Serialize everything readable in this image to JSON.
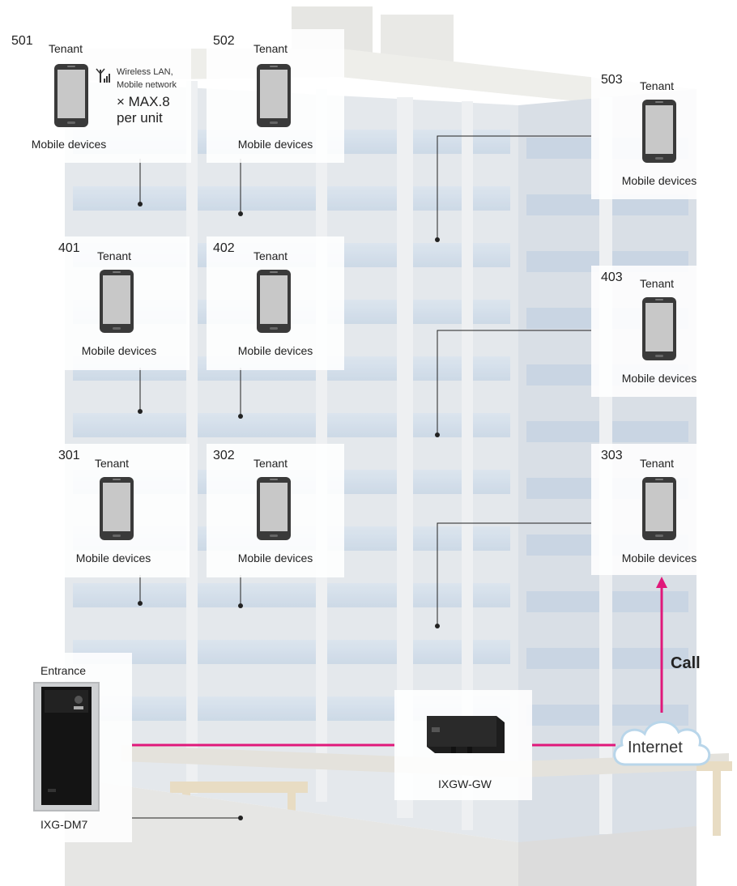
{
  "units": [
    {
      "number": "501",
      "tenant": "Tenant",
      "devices": "Mobile devices"
    },
    {
      "number": "502",
      "tenant": "Tenant",
      "devices": "Mobile devices"
    },
    {
      "number": "503",
      "tenant": "Tenant",
      "devices": "Mobile devices"
    },
    {
      "number": "401",
      "tenant": "Tenant",
      "devices": "Mobile devices"
    },
    {
      "number": "402",
      "tenant": "Tenant",
      "devices": "Mobile devices"
    },
    {
      "number": "403",
      "tenant": "Tenant",
      "devices": "Mobile devices"
    },
    {
      "number": "301",
      "tenant": "Tenant",
      "devices": "Mobile devices"
    },
    {
      "number": "302",
      "tenant": "Tenant",
      "devices": "Mobile devices"
    },
    {
      "number": "303",
      "tenant": "Tenant",
      "devices": "Mobile devices"
    }
  ],
  "note": {
    "network_line1": "Wireless LAN,",
    "network_line2": "Mobile network",
    "max_line1": "× MAX.8",
    "max_line2": "per unit"
  },
  "entrance": {
    "title": "Entrance",
    "model": "IXG-DM7"
  },
  "gateway": {
    "model": "IXGW-GW"
  },
  "internet": {
    "label": "Internet"
  },
  "call": {
    "label": "Call"
  },
  "colors": {
    "accent": "#e0187a",
    "line": "#222222"
  },
  "icons": [
    "mobile-phone-icon",
    "wireless-signal-icon",
    "cloud-icon",
    "door-station-icon",
    "gateway-device-icon"
  ]
}
